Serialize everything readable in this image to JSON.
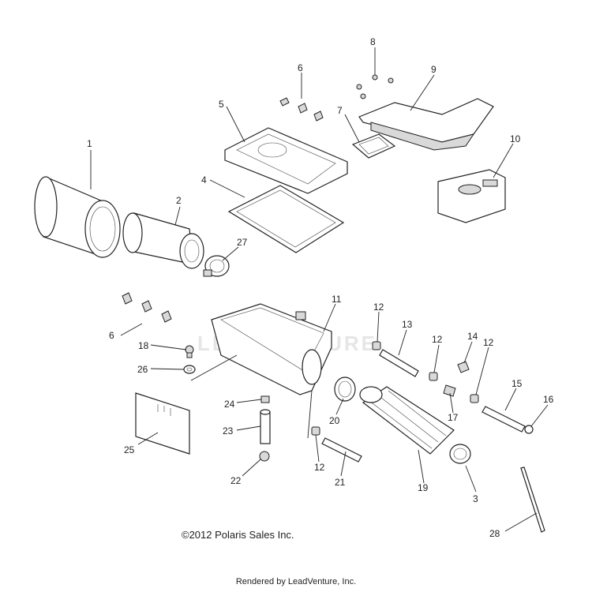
{
  "callouts": [
    "1",
    "2",
    "3",
    "4",
    "5",
    "6",
    "6",
    "7",
    "8",
    "9",
    "10",
    "11",
    "12",
    "12",
    "12",
    "12",
    "13",
    "14",
    "15",
    "16",
    "17",
    "18",
    "19",
    "20",
    "21",
    "22",
    "23",
    "24",
    "25",
    "26",
    "27",
    "28"
  ],
  "copyright": "©2012 Polaris Sales Inc.",
  "rendered_by": "Rendered by LeadVenture, Inc.",
  "watermark": "LEADVENTURE"
}
